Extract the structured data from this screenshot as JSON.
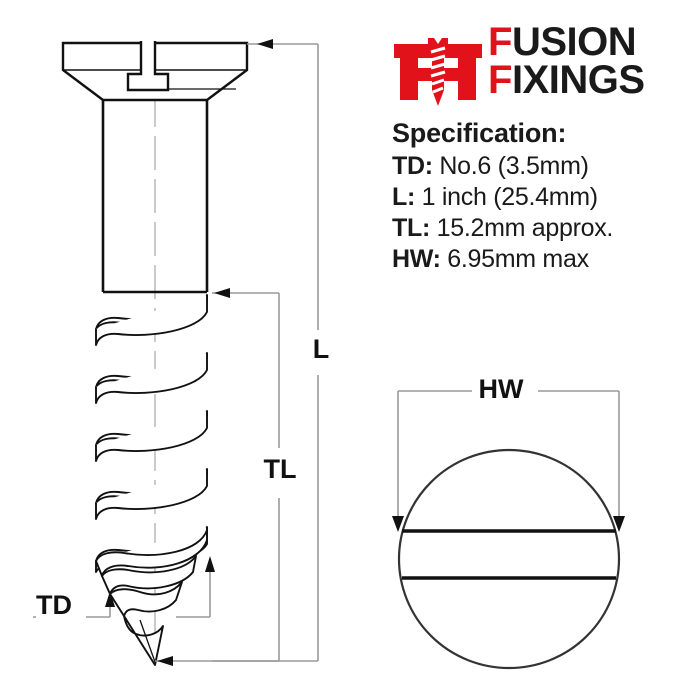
{
  "brand": {
    "logo_icon": "fusion-fixings-screw-logo",
    "line1_lead": "F",
    "line1_rest": "USION",
    "line2_lead": "F",
    "line2_rest": "IXINGS",
    "accent_color": "#e2121b",
    "text_color": "#1a1a1a"
  },
  "spec": {
    "title": "Specification:",
    "rows": [
      {
        "key": "TD:",
        "value": "No.6 (3.5mm)"
      },
      {
        "key": "L:",
        "value": "1 inch (25.4mm)"
      },
      {
        "key": "TL:",
        "value": "15.2mm approx."
      },
      {
        "key": "HW:",
        "value": "6.95mm max"
      }
    ]
  },
  "drawing": {
    "screw_side_view": "countersunk-slotted-wood-screw-side-view",
    "head_top_view": "screw-head-top-view-circle-with-slot",
    "labels": {
      "overall_length": "L",
      "thread_length": "TL",
      "thread_diameter": "TD",
      "head_width": "HW"
    }
  }
}
